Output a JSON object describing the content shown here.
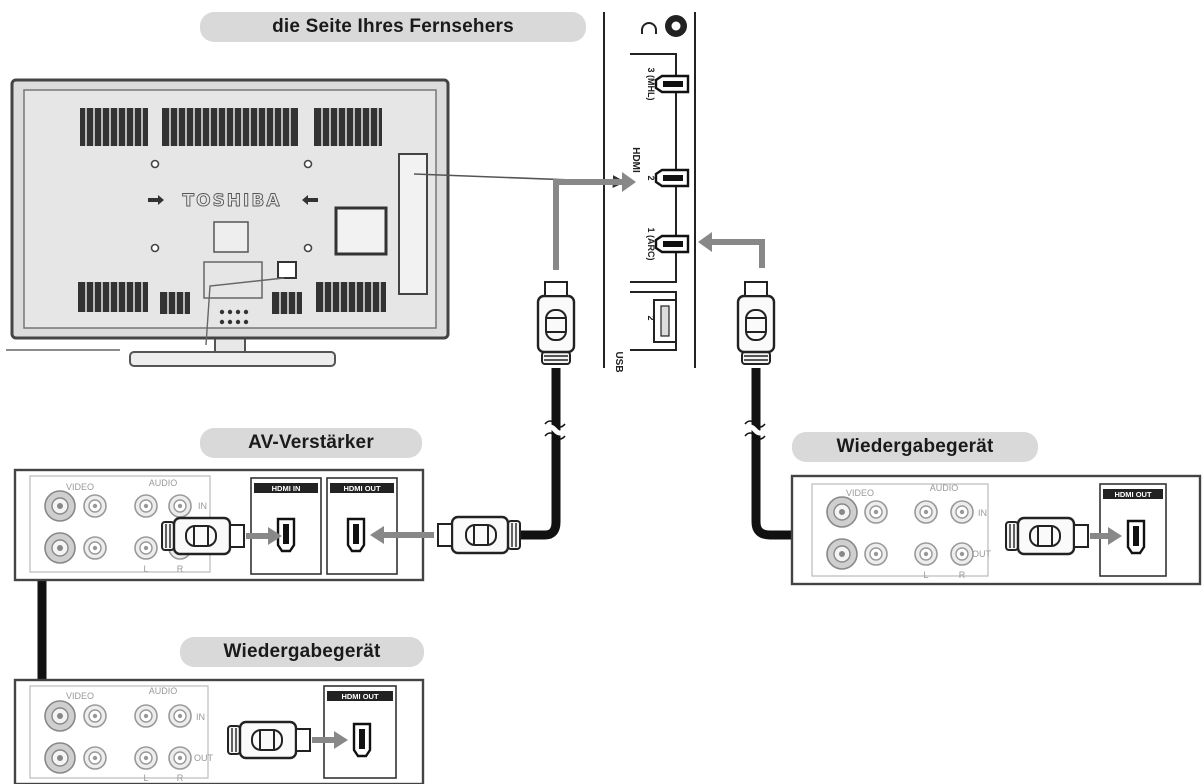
{
  "labels": {
    "tv_side": "die Seite Ihres Fernsehers",
    "av_amplifier": "AV-Verstärker",
    "player_right": "Wiedergabegerät",
    "player_bottom": "Wiedergabegerät"
  },
  "tv": {
    "brand": "TOSHIBA"
  },
  "tv_panel": {
    "hdmi_group": "HDMI",
    "port_3": "3 (MHL)",
    "port_2": "2",
    "port_1": "1 (ARC)",
    "usb_group": "USB",
    "usb_port": "2"
  },
  "amplifier": {
    "video": "VIDEO",
    "audio": "AUDIO",
    "hdmi_in": "HDMI IN",
    "hdmi_out": "HDMI OUT",
    "in": "IN",
    "l": "L",
    "r": "R"
  },
  "player_right": {
    "video": "VIDEO",
    "audio": "AUDIO",
    "hdmi_out": "HDMI OUT",
    "in": "IN",
    "out": "OUT",
    "l": "L",
    "r": "R"
  },
  "player_bottom": {
    "video": "VIDEO",
    "audio": "AUDIO",
    "hdmi_out": "HDMI OUT",
    "in": "IN",
    "out": "OUT",
    "l": "L",
    "r": "R"
  }
}
